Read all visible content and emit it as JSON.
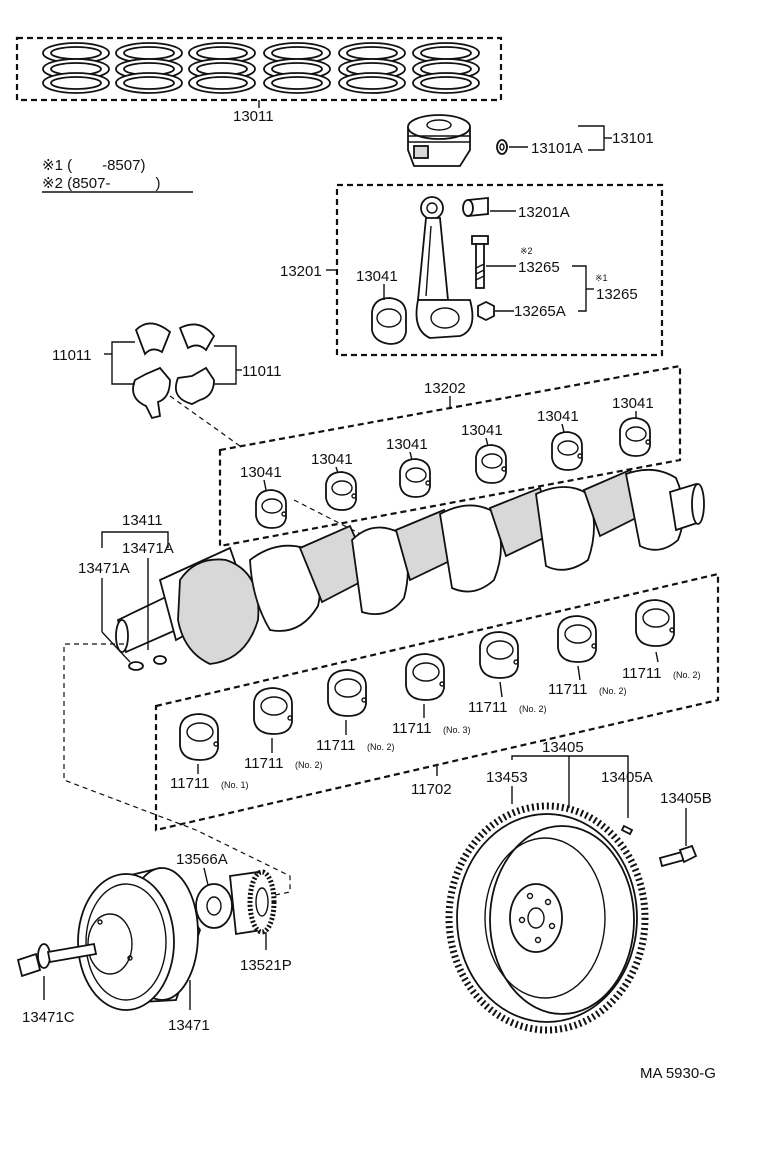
{
  "notes": {
    "note1": "※1 (　　-8507)",
    "note2": "※2 (8507-　　　)"
  },
  "labels": {
    "p13011": "13011",
    "p13101": "13101",
    "p13101A": "13101A",
    "p13201A": "13201A",
    "p13201": "13201",
    "p13041_rod": "13041",
    "p13265_n2_mark": "※2",
    "p13265_n2": "13265",
    "p13265_n1_mark": "※1",
    "p13265_n1": "13265",
    "p13265A": "13265A",
    "p11011_left": "11011",
    "p11011_right": "11011",
    "p13202": "13202",
    "p13041_a": "13041",
    "p13041_b": "13041",
    "p13041_c": "13041",
    "p13041_d": "13041",
    "p13041_e": "13041",
    "p13041_f": "13041",
    "p13411": "13411",
    "p13471A_top": "13471A",
    "p13471A_left": "13471A",
    "p11711_a": "11711",
    "p11711_a_no": "(No. 2)",
    "p11711_b": "11711",
    "p11711_b_no": "(No. 2)",
    "p11711_c": "11711",
    "p11711_c_no": "(No. 2)",
    "p11711_d": "11711",
    "p11711_d_no": "(No. 3)",
    "p11711_e": "11711",
    "p11711_e_no": "(No. 2)",
    "p11711_f": "11711",
    "p11711_f_no": "(No. 2)",
    "p11711_g": "11711",
    "p11711_g_no": "(No. 1)",
    "p11702": "11702",
    "p13405": "13405",
    "p13453": "13453",
    "p13405A": "13405A",
    "p13405B": "13405B",
    "p13566A": "13566A",
    "p13521P": "13521P",
    "p13471C": "13471C",
    "p13471": "13471",
    "code": "MA 5930-G"
  },
  "icons": {
    "piston_ring": "piston-ring-set-icon",
    "piston": "piston-icon",
    "pin_clip": "piston-pin-clip-icon",
    "con_rod": "connecting-rod-icon",
    "bushing": "rod-bushing-icon",
    "rod_bolt": "rod-bolt-icon",
    "rod_nut": "rod-nut-icon",
    "thrust_washer": "thrust-washer-icon",
    "bearing": "bearing-shell-icon",
    "crankshaft": "crankshaft-icon",
    "key": "woodruff-key-icon",
    "pulley": "crankshaft-pulley-icon",
    "gear": "timing-gear-icon",
    "flywheel": "flywheel-icon",
    "dowel": "dowel-pin-icon",
    "bolt": "bolt-icon"
  }
}
